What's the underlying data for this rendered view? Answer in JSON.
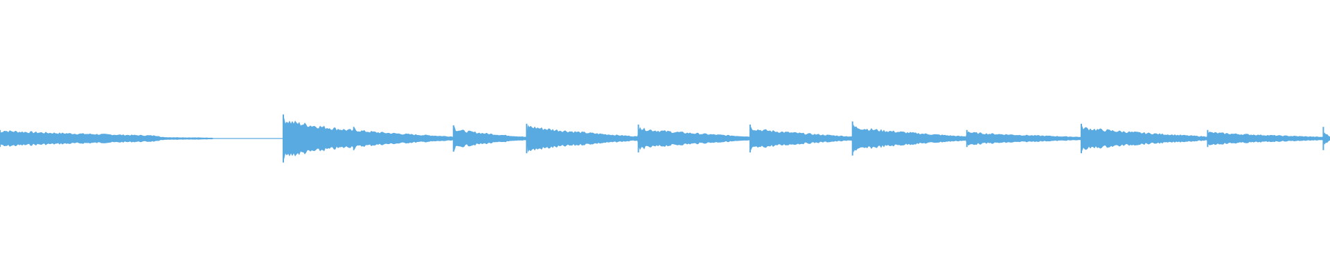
{
  "waveform": {
    "color": "#5aaae2",
    "background": "#ffffff",
    "duration_units": 1,
    "baseline_amplitude": 0.006,
    "onsets": [
      {
        "t": 0.0,
        "peak": 0.22,
        "tail": 0.2,
        "decay_to": 0.006
      },
      {
        "t": 0.213,
        "peak": 0.62,
        "tail": 0.48,
        "decay_to": 0.2
      },
      {
        "t": 0.266,
        "peak": 0.3,
        "tail": 0.22,
        "decay_to": 0.05
      },
      {
        "t": 0.341,
        "peak": 0.34,
        "tail": 0.24,
        "decay_to": 0.04
      },
      {
        "t": 0.396,
        "peak": 0.38,
        "tail": 0.32,
        "decay_to": 0.05
      },
      {
        "t": 0.48,
        "peak": 0.36,
        "tail": 0.26,
        "decay_to": 0.05
      },
      {
        "t": 0.564,
        "peak": 0.36,
        "tail": 0.26,
        "decay_to": 0.05
      },
      {
        "t": 0.641,
        "peak": 0.44,
        "tail": 0.3,
        "decay_to": 0.05
      },
      {
        "t": 0.727,
        "peak": 0.22,
        "tail": 0.16,
        "decay_to": 0.04
      },
      {
        "t": 0.813,
        "peak": 0.38,
        "tail": 0.28,
        "decay_to": 0.05
      },
      {
        "t": 0.908,
        "peak": 0.22,
        "tail": 0.16,
        "decay_to": 0.04
      },
      {
        "t": 0.995,
        "peak": 0.3,
        "tail": 0.2,
        "decay_to": 0.05
      }
    ],
    "silent_gap": {
      "from": 0.16,
      "to": 0.212
    }
  }
}
